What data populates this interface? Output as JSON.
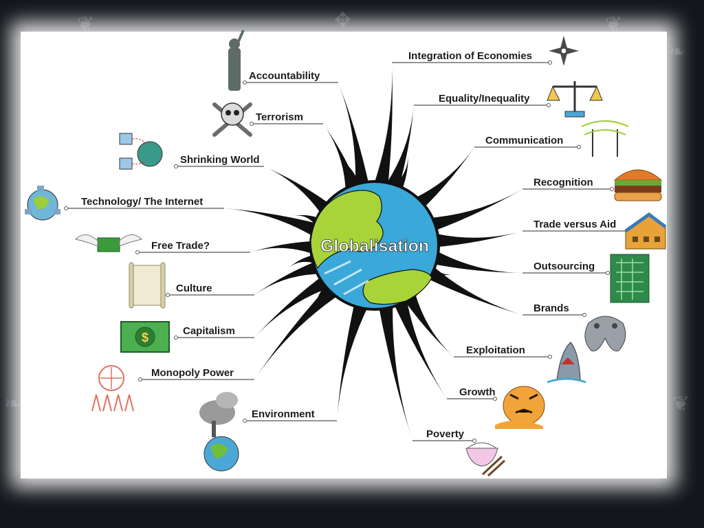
{
  "diagram": {
    "center": {
      "title": "Globalisation",
      "icon": "globe-icon"
    },
    "left_branches": [
      {
        "id": "accountability",
        "label": "Accountability",
        "icon": "statue-of-liberty-icon"
      },
      {
        "id": "terrorism",
        "label": "Terrorism",
        "icon": "skull-crossbones-icon"
      },
      {
        "id": "shrinking-world",
        "label": "Shrinking World",
        "icon": "networked-computers-icon"
      },
      {
        "id": "technology-internet",
        "label": "Technology/ The Internet",
        "icon": "connected-globe-icon"
      },
      {
        "id": "free-trade",
        "label": "Free Trade?",
        "icon": "flying-money-icon"
      },
      {
        "id": "culture",
        "label": "Culture",
        "icon": "scroll-icon"
      },
      {
        "id": "capitalism",
        "label": "Capitalism",
        "icon": "dollar-bill-icon"
      },
      {
        "id": "monopoly-power",
        "label": "Monopoly Power",
        "icon": "people-holding-globe-icon"
      },
      {
        "id": "environment",
        "label": "Environment",
        "icon": "polluted-earth-icon"
      }
    ],
    "right_branches": [
      {
        "id": "integration-of-economies",
        "label": "Integration of Economies",
        "icon": "compass-icon"
      },
      {
        "id": "equality-inequality",
        "label": "Equality/Inequality",
        "icon": "scales-icon"
      },
      {
        "id": "communication",
        "label": "Communication",
        "icon": "radio-towers-icon"
      },
      {
        "id": "recognition",
        "label": "Recognition",
        "icon": "hamburger-icon"
      },
      {
        "id": "trade-versus-aid",
        "label": "Trade versus Aid",
        "icon": "building-icon"
      },
      {
        "id": "outsourcing",
        "label": "Outsourcing",
        "icon": "circuit-board-icon"
      },
      {
        "id": "brands",
        "label": "Brands",
        "icon": "game-controller-icon"
      },
      {
        "id": "exploitation",
        "label": "Exploitation",
        "icon": "shark-icon"
      },
      {
        "id": "growth",
        "label": "Growth",
        "icon": "tiger-icon"
      },
      {
        "id": "poverty",
        "label": "Poverty",
        "icon": "rice-bowl-icon"
      }
    ],
    "colors": {
      "ocean": "#3aa8d8",
      "land": "#a8d43a",
      "branch": "#111111",
      "background": "#14161c",
      "card": "#ffffff"
    }
  }
}
